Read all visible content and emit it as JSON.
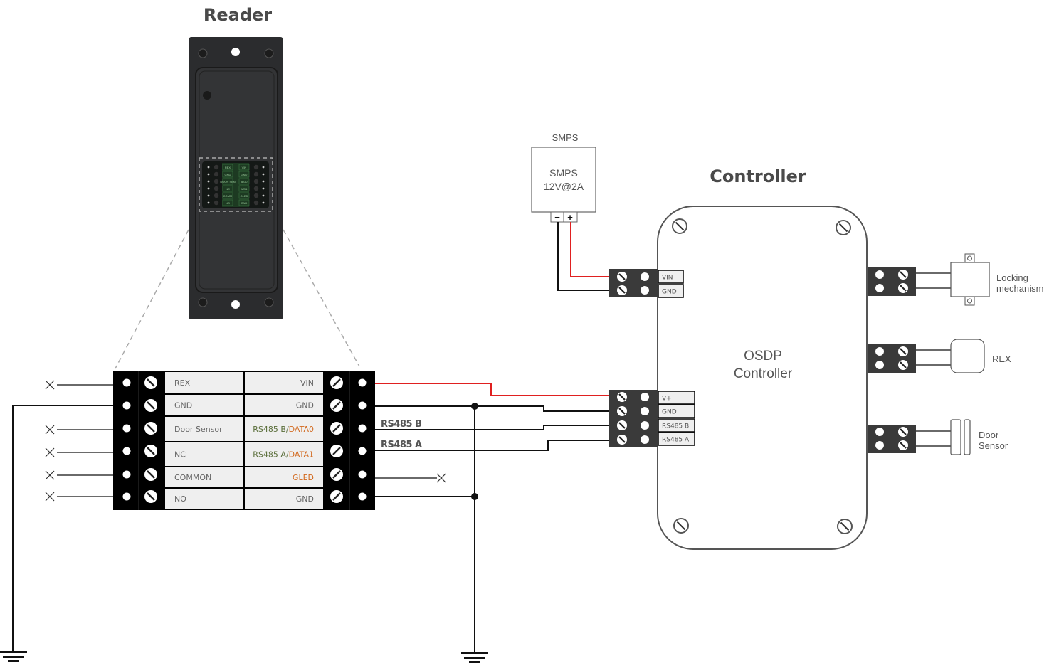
{
  "reader": {
    "title": "Reader",
    "mini_labels_left": [
      "REX",
      "GND",
      "DOOR SEN",
      "NC",
      "COMM",
      "NO"
    ],
    "mini_labels_right": [
      "VIN",
      "GND",
      "B/D0",
      "A/D1",
      "GLED",
      "GND"
    ],
    "terminal_block": {
      "left_labels": [
        "REX",
        "GND",
        "Door Sensor",
        "NC",
        "COMMON",
        "NO"
      ],
      "right_labels": [
        {
          "parts": [
            {
              "text": "VIN",
              "color": "#666666"
            }
          ]
        },
        {
          "parts": [
            {
              "text": "GND",
              "color": "#666666"
            }
          ]
        },
        {
          "parts": [
            {
              "text": "RS485 B/",
              "color": "#5a6e3a"
            },
            {
              "text": "DATA0",
              "color": "#d2691e"
            }
          ]
        },
        {
          "parts": [
            {
              "text": "RS485 A/",
              "color": "#5a6e3a"
            },
            {
              "text": "DATA1",
              "color": "#d2691e"
            }
          ]
        },
        {
          "parts": [
            {
              "text": "GLED",
              "color": "#d2691e"
            }
          ]
        },
        {
          "parts": [
            {
              "text": "GND",
              "color": "#666666"
            }
          ]
        }
      ]
    }
  },
  "wire_labels": {
    "rs485b": "RS485 B",
    "rs485a": "RS485 A"
  },
  "smps": {
    "caption": "SMPS",
    "line1": "SMPS",
    "line2": "12V@2A",
    "minus": "−",
    "plus": "+"
  },
  "controller": {
    "title": "Controller",
    "name_line1": "OSDP",
    "name_line2": "Controller",
    "power_terminals": [
      "VIN",
      "GND"
    ],
    "osdp_terminals": [
      "V+",
      "GND",
      "RS485 B",
      "RS485 A"
    ]
  },
  "peripherals": {
    "lock": {
      "line1": "Locking",
      "line2": "mechanism"
    },
    "rex": {
      "label": "REX"
    },
    "door": {
      "line1": "Door",
      "line2": "Sensor"
    }
  },
  "colors": {
    "power_wire": "#e02020",
    "wire": "#111111",
    "terminal_dark": "#3a3a3a",
    "terminal_black": "#000000",
    "cell_bg": "#efefef",
    "outline": "#555555"
  }
}
